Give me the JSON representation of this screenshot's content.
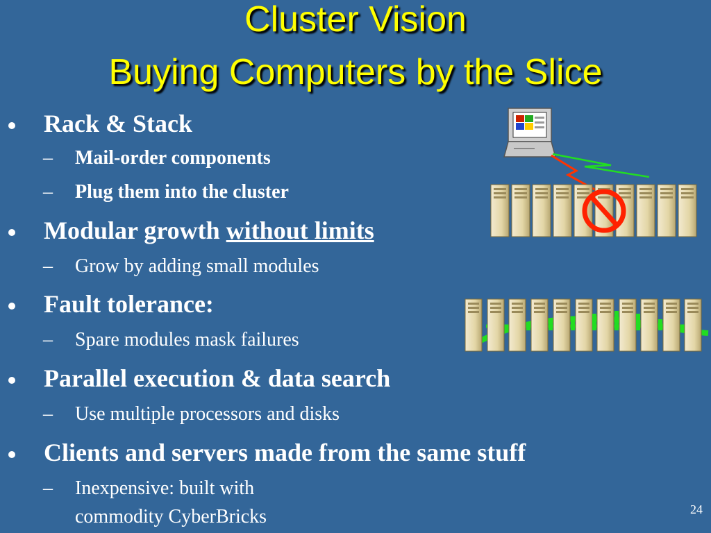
{
  "slide": {
    "title_line1": "Cluster Vision",
    "title_line2": "Buying Computers by the Slice",
    "page_number": "24"
  },
  "bullets": [
    {
      "text": "Rack & Stack",
      "subs": [
        "Mail-order components",
        "Plug them into the cluster"
      ]
    },
    {
      "text_before": "Modular growth ",
      "text_underlined": "without limits",
      "subs": [
        "Grow by adding small modules"
      ]
    },
    {
      "text": "Fault tolerance:",
      "subs": [
        "Spare modules mask failures"
      ]
    },
    {
      "text": "Parallel execution & data search",
      "subs": [
        "Use multiple processors and disks"
      ]
    },
    {
      "text": "Clients and servers made from the same stuff",
      "subs": [
        "Inexpensive:  built with",
        "commodity CyberBricks"
      ]
    }
  ],
  "icons": {
    "client": "desktop-computer-icon",
    "servers": "server-tower-icon",
    "link": "lightning-link-icon",
    "prohibited": "no-sign-icon"
  },
  "colors": {
    "background": "#336699",
    "title": "#ffff00",
    "text": "#ffffff",
    "server_body": "#e6d9a8",
    "interconnect": "#22dd22",
    "no_sign": "#ff2200"
  }
}
